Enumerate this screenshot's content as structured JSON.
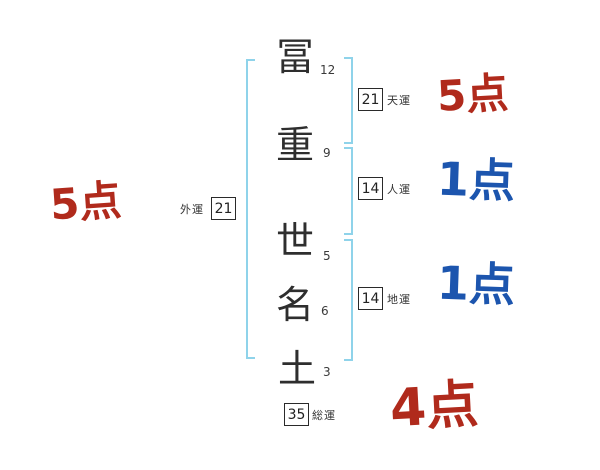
{
  "name_column": {
    "chars": [
      {
        "char": "冨",
        "strokes": "12"
      },
      {
        "char": "重",
        "strokes": "9"
      },
      {
        "char": "世",
        "strokes": "5"
      },
      {
        "char": "名",
        "strokes": "6"
      },
      {
        "char": "土",
        "strokes": "3"
      }
    ]
  },
  "fortunes": {
    "gaiun": {
      "label": "外運",
      "value": "21"
    },
    "tenun": {
      "label": "天運",
      "value": "21"
    },
    "jinun": {
      "label": "人運",
      "value": "14"
    },
    "chiun": {
      "label": "地運",
      "value": "14"
    },
    "souun": {
      "label": "総運",
      "value": "35"
    }
  },
  "scores": {
    "gaiun": "5点",
    "tenun": "5点",
    "jinun": "1点",
    "chiun": "1点",
    "souun": "4点"
  },
  "colors": {
    "score_red": "#b02a1c",
    "score_blue": "#1c55ae",
    "bracket_blue": "#8fd3ea"
  }
}
